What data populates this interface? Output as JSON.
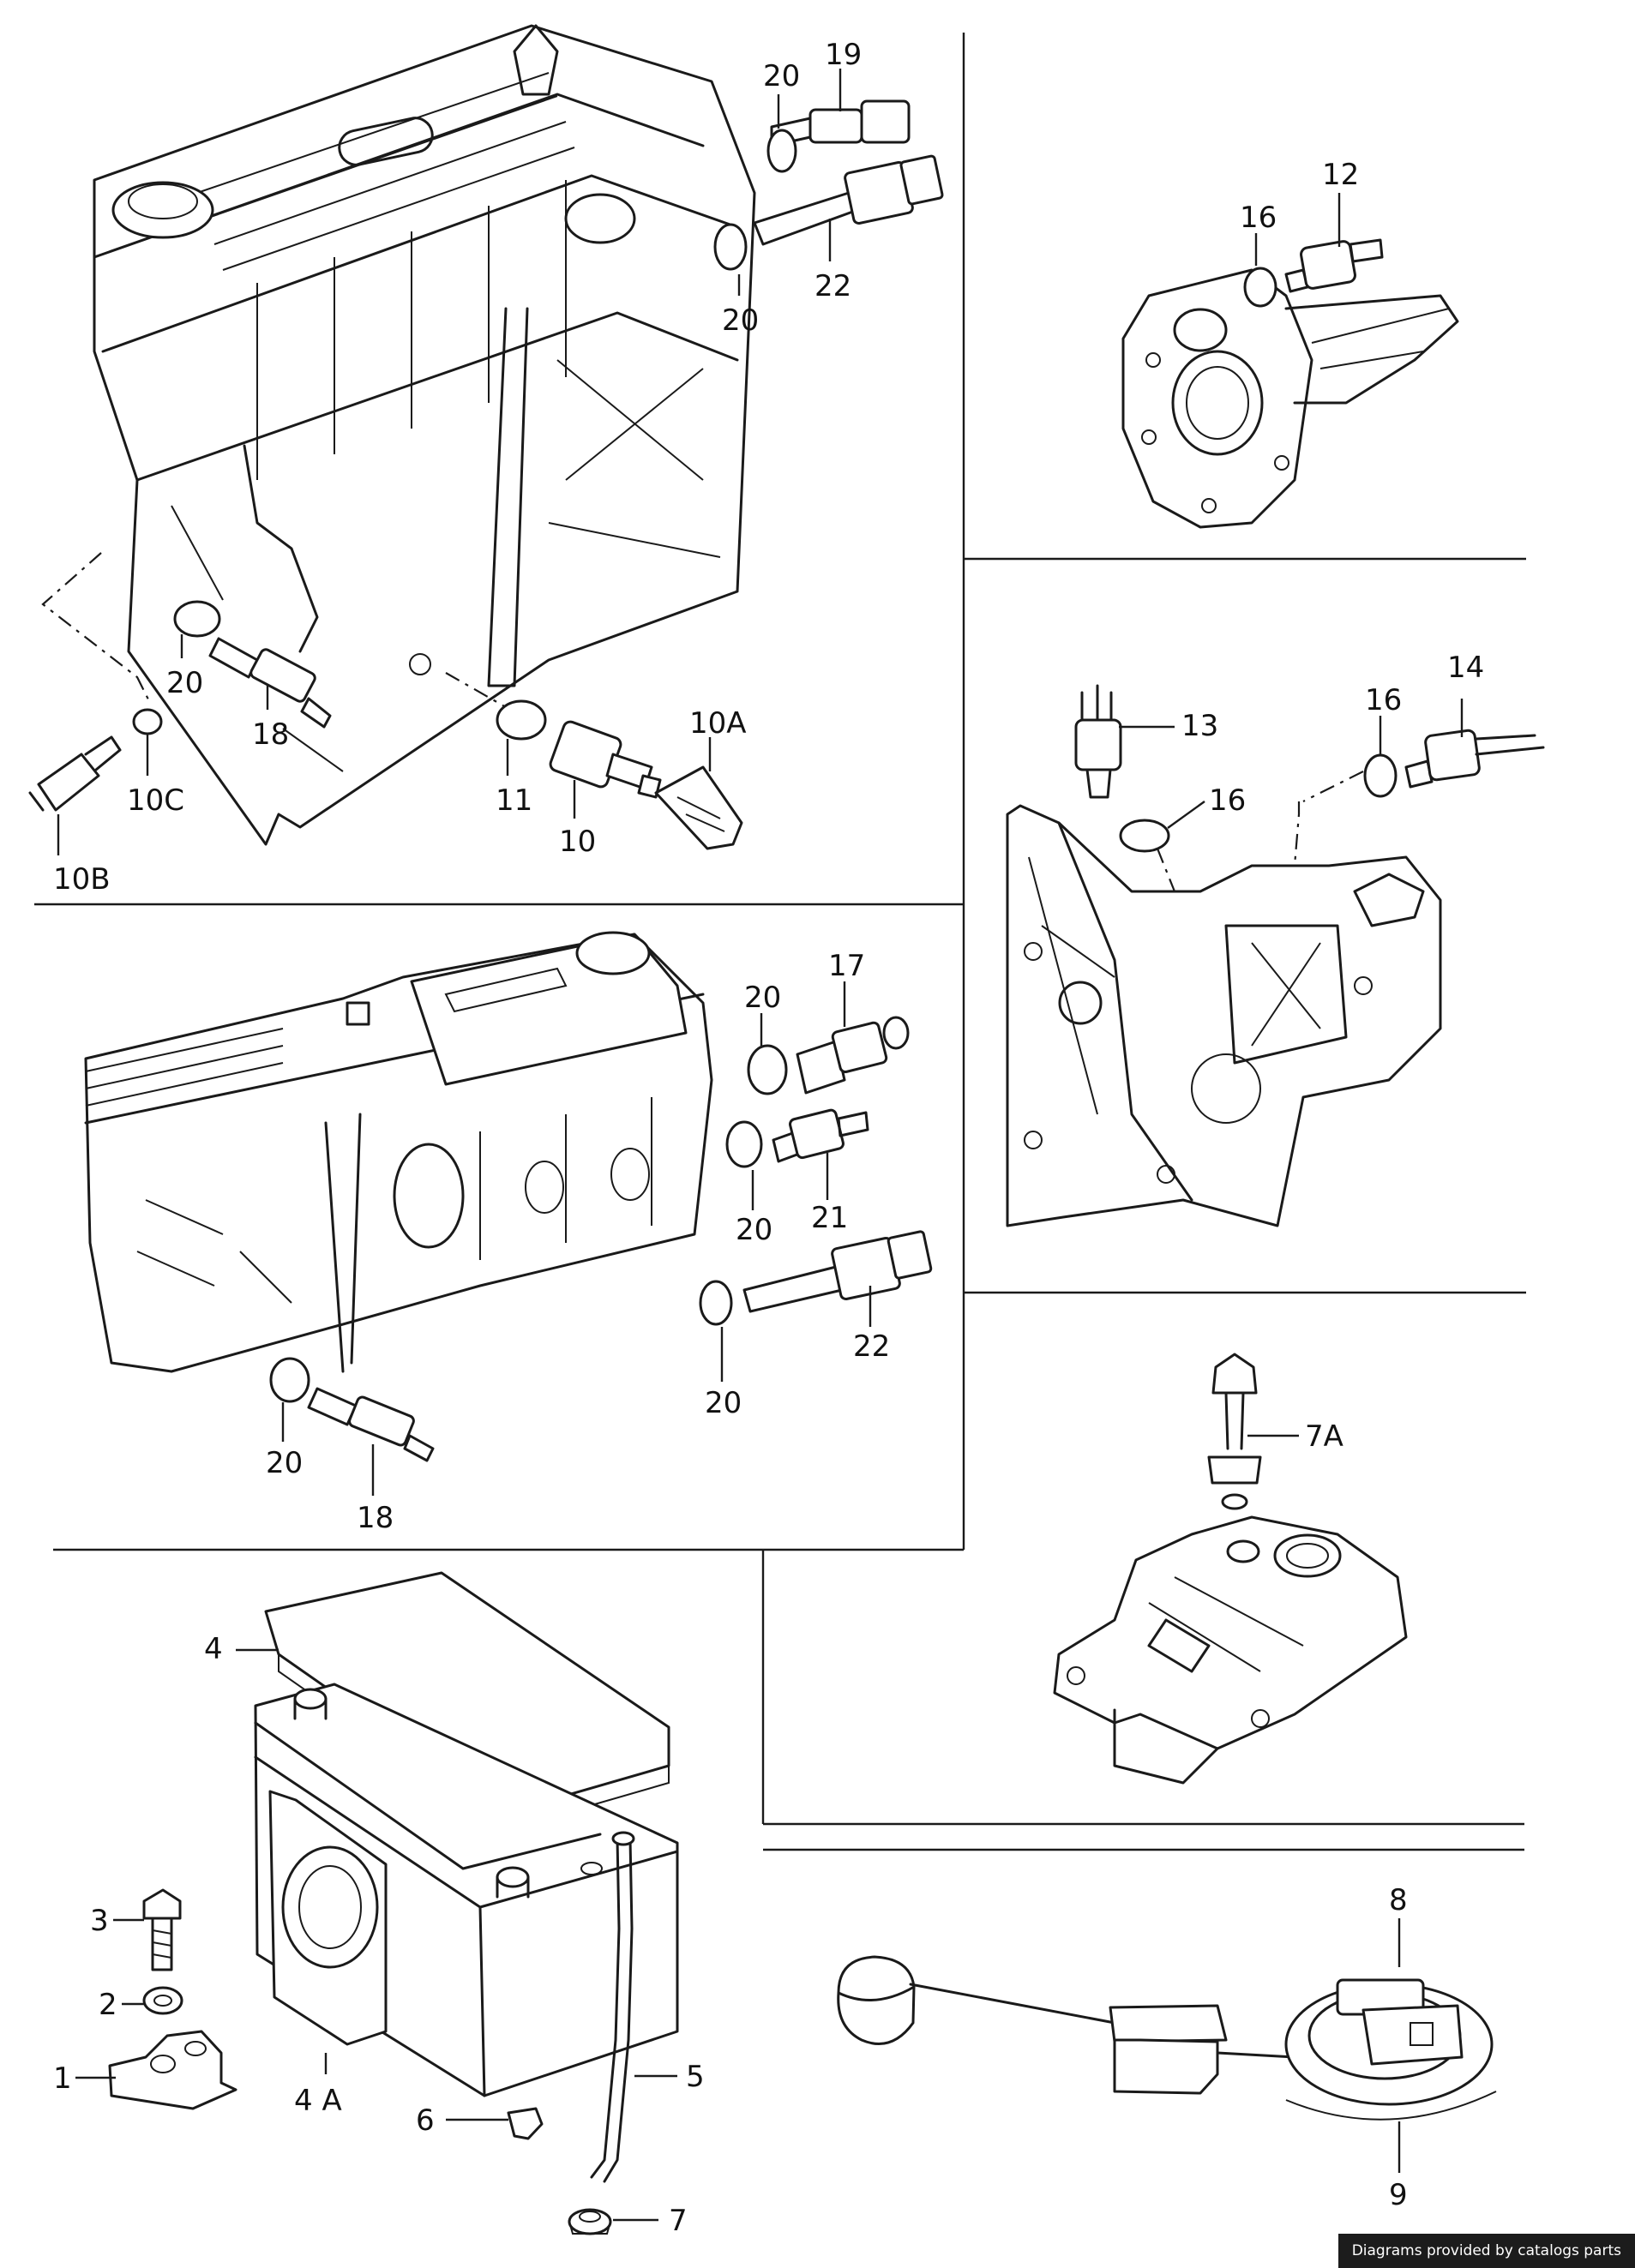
{
  "footer": {
    "credit": "Diagrams provided by catalogs parts"
  },
  "panels": {
    "engine_block": {
      "labels": [
        "20",
        "19",
        "20",
        "22",
        "20",
        "18",
        "10C",
        "10B",
        "11",
        "10",
        "10A"
      ]
    },
    "diesel_head": {
      "labels": [
        "20",
        "17",
        "20",
        "21",
        "22",
        "20",
        "20",
        "18"
      ]
    },
    "gearbox_top": {
      "labels": [
        "16",
        "12"
      ]
    },
    "gearbox_mid": {
      "labels": [
        "13",
        "16",
        "16",
        "14"
      ]
    },
    "coolant_tank": {
      "labels": [
        "7A"
      ]
    },
    "battery": {
      "labels": [
        "4",
        "3",
        "2",
        "1",
        "4 A",
        "5",
        "6",
        "7"
      ]
    },
    "fuel_sender": {
      "labels": [
        "8",
        "9"
      ]
    }
  }
}
